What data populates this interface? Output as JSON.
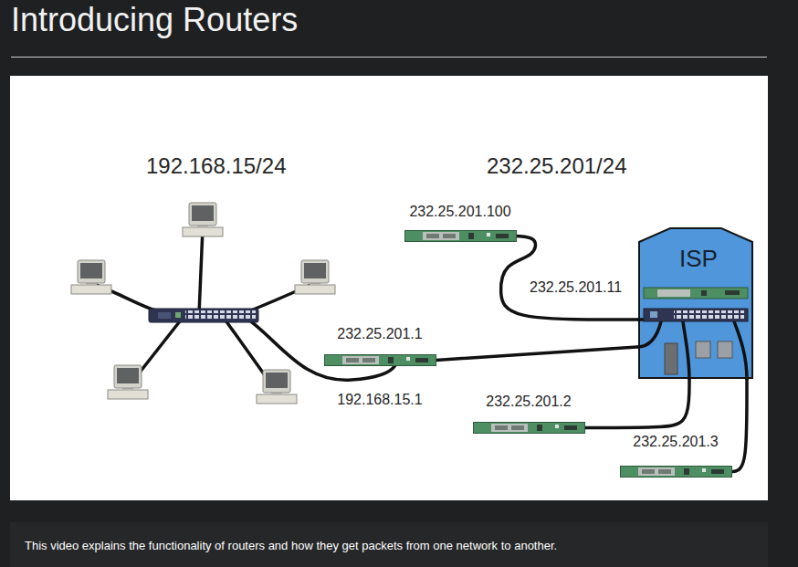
{
  "diagram": {
    "title": "Introducing Routers",
    "caption": "This video explains the functionality of routers and how they get packets from one network to another.",
    "nodes": [
      {
        "text": [
          "232.25.201.100"
        ]
      },
      {
        "text": [
          "ISP"
        ]
      },
      {
        "text": [
          "232.25.201.1",
          "192.168.15.1"
        ]
      },
      {
        "text": [
          "232.25.201.2"
        ]
      },
      {
        "text": [
          "232.25.201.3"
        ]
      }
    ],
    "edges": [
      {
        "from": 0,
        "to": 1,
        "arrow": "none"
      },
      {
        "from": 2,
        "to": 1,
        "arrow": "none"
      },
      {
        "from": 3,
        "to": 1,
        "arrow": "none"
      },
      {
        "from": 4,
        "to": 1,
        "arrow": "none"
      }
    ],
    "labels": [
      "192.168.15/24",
      "232.25.201/24",
      "232.25.201.11"
    ]
  }
}
